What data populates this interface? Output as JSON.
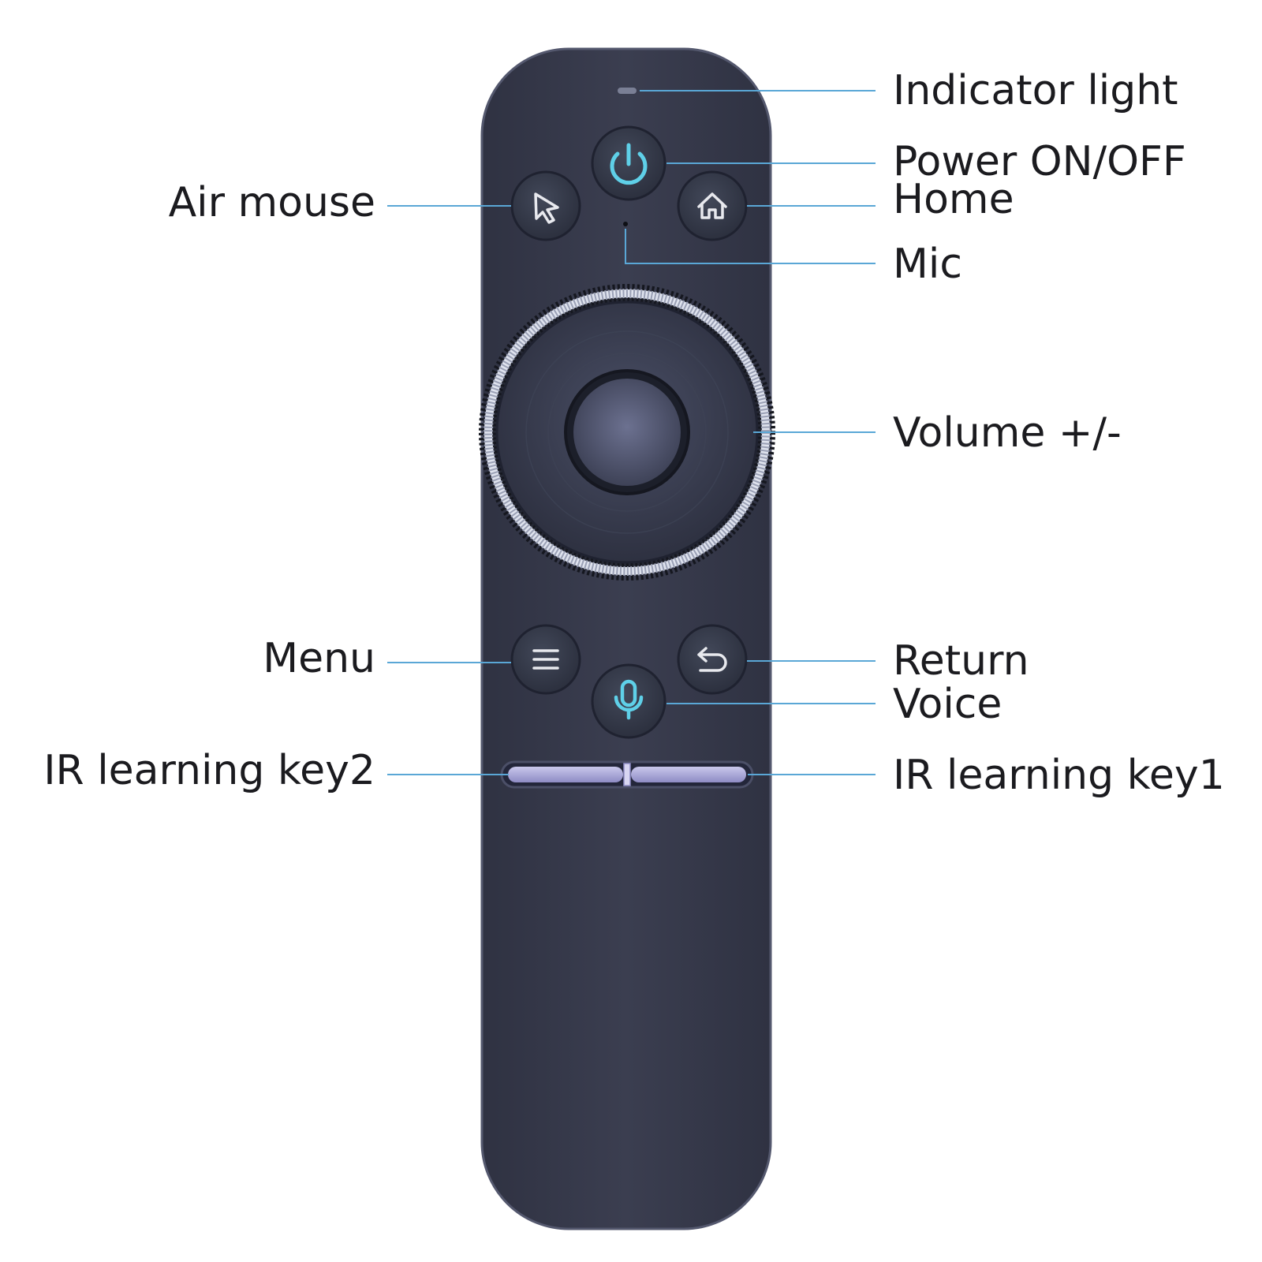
{
  "colors": {
    "background": "#ffffff",
    "remote_body": "#383b4c",
    "remote_edge": "#4e5266",
    "button_face": "#33384a",
    "accent_cyan": "#5fd0e8",
    "leader_line": "#5aa7d6",
    "label_text": "#1b1b1f",
    "ir_bar": "#a9a6d6"
  },
  "icons": {
    "power": "power-icon",
    "home": "home-icon",
    "air_mouse": "cursor-arrow-icon",
    "menu": "hamburger-menu-icon",
    "return": "return-arrow-icon",
    "voice": "microphone-icon"
  },
  "labels": {
    "indicator_light": "Indicator light",
    "power": "Power ON/OFF",
    "home": "Home",
    "air_mouse": "Air mouse",
    "mic": "Mic",
    "volume": "Volume +/-",
    "menu": "Menu",
    "return": "Return",
    "voice": "Voice",
    "ir_key2": "IR learning key2",
    "ir_key1": "IR learning key1"
  }
}
